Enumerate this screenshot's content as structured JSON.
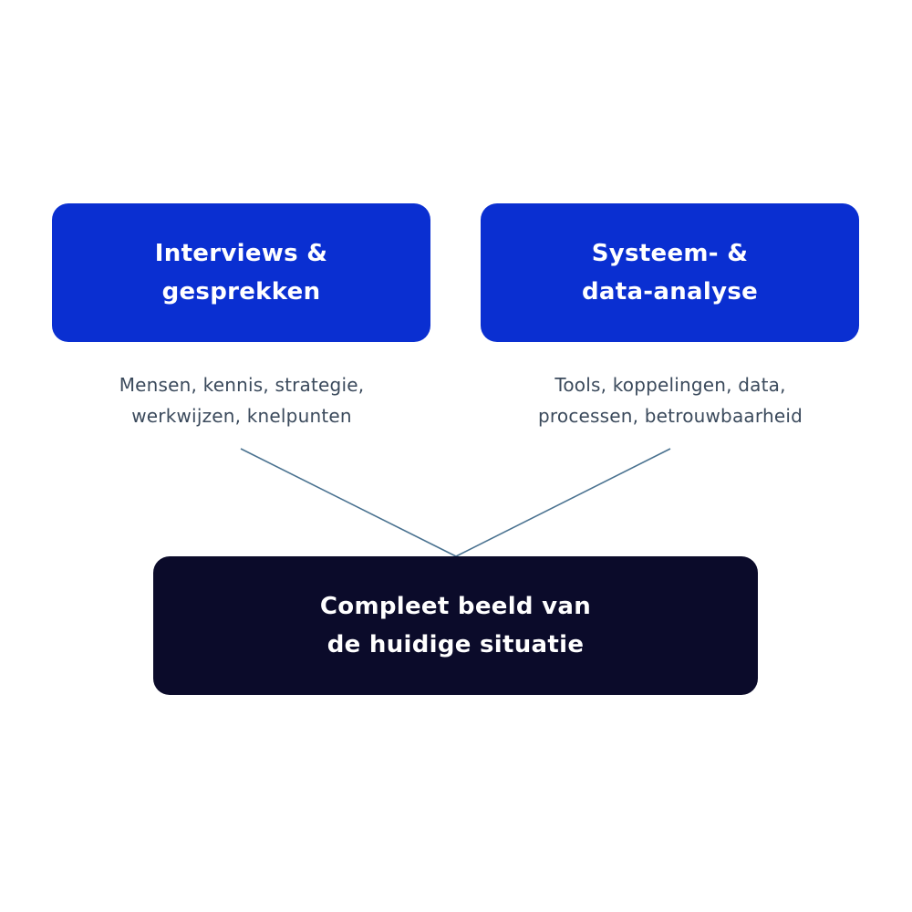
{
  "colors": {
    "source_box": "#0a2fd1",
    "result_box": "#0b0b2a",
    "connector": "#4a7290",
    "description_text": "#3b4a5c"
  },
  "sources": [
    {
      "title_lines": [
        "Interviews &",
        "gesprekken"
      ],
      "description_lines": [
        "Mensen, kennis, strategie,",
        "werkwijzen, knelpunten"
      ]
    },
    {
      "title_lines": [
        "Systeem- &",
        "data-analyse"
      ],
      "description_lines": [
        "Tools, koppelingen, data,",
        "processen, betrouwbaarheid"
      ]
    }
  ],
  "result": {
    "title_lines": [
      "Compleet beeld van",
      "de huidige situatie"
    ]
  }
}
